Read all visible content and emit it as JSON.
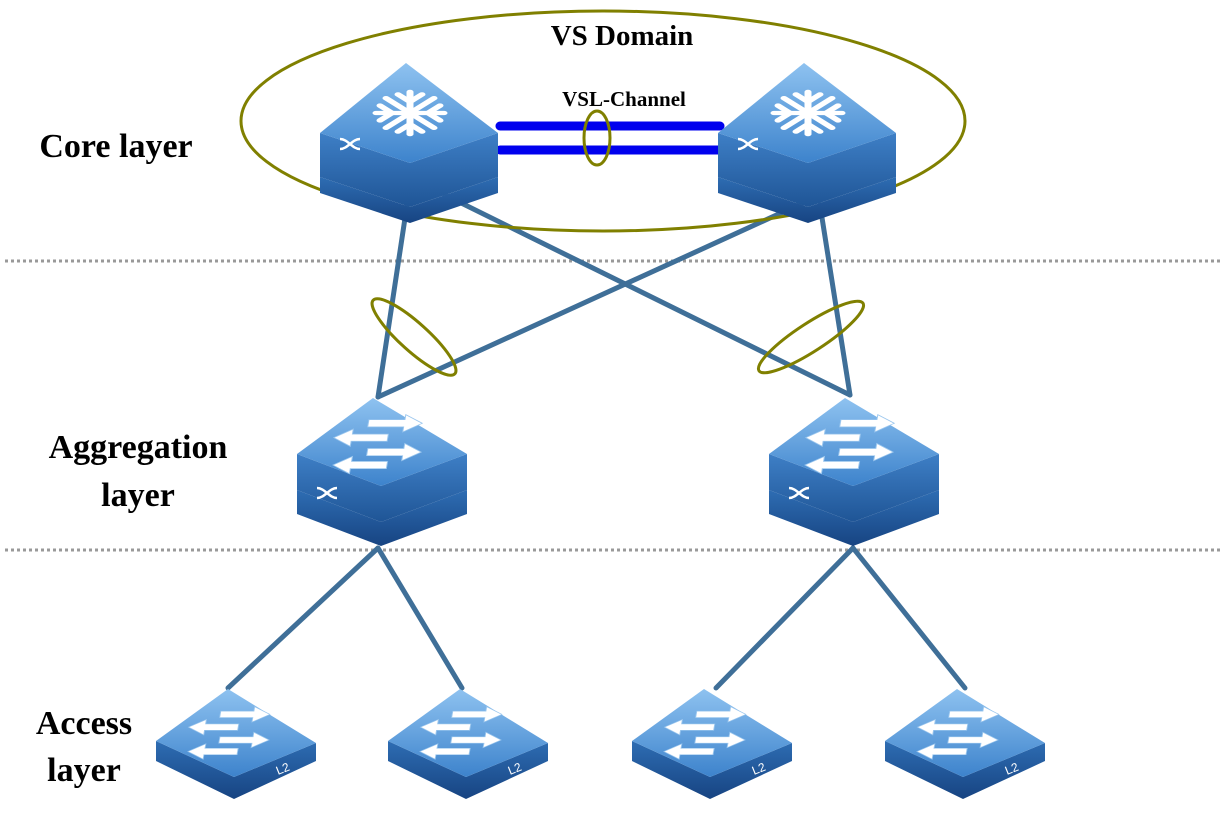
{
  "domain_title": "VS Domain",
  "vsl_label": "VSL-Channel",
  "layers": {
    "core": "Core layer",
    "aggregation_line1": "Aggregation",
    "aggregation_line2": "layer",
    "access_line1": "Access",
    "access_line2": "layer"
  },
  "device_badges": {
    "access": "L2"
  },
  "colors": {
    "link": "#3f6f98",
    "vsl_link": "#0000ee",
    "domain_ring": "#808000",
    "separator": "#999999",
    "device_top": "#5b9bd8",
    "device_side": "#2c68ad"
  },
  "icons": {
    "core_switch": "snowflake-switch-icon",
    "aggregation_switch": "arrows-switch-icon",
    "access_switch": "l2-switch-icon"
  }
}
